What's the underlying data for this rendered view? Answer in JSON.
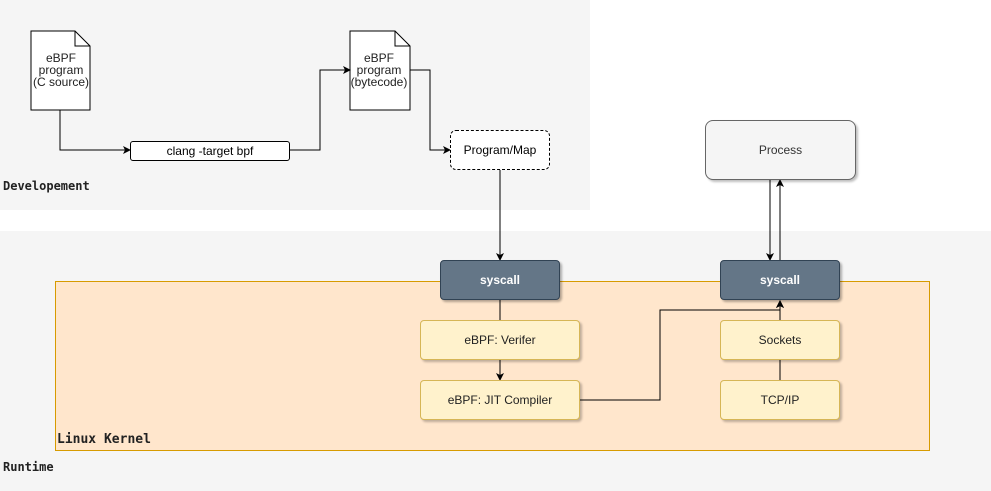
{
  "regions": {
    "development_label": "Developement",
    "runtime_label": "Runtime",
    "kernel_label": "Linux Kernel"
  },
  "nodes": {
    "c_source_doc": [
      "eBPF",
      "program",
      "(C source)"
    ],
    "bytecode_doc": [
      "eBPF",
      "program",
      "(bytecode)"
    ],
    "clang": "clang -target bpf",
    "program_map": "Program/Map",
    "process": "Process",
    "syscall_left": "syscall",
    "syscall_right": "syscall",
    "verifier": "eBPF: Verifer",
    "jit": "eBPF: JIT Compiler",
    "sockets": "Sockets",
    "tcpip": "TCP/IP"
  },
  "colors": {
    "region_bg": "#f5f5f5",
    "kernel_fill": "#ffe6cc",
    "kernel_stroke": "#d79b00",
    "box_fill": "#fff2cc",
    "box_stroke": "#d6b656",
    "syscall_fill": "#647687",
    "process_fill": "#f5f5f5"
  },
  "icons": {
    "document": "document-icon"
  }
}
